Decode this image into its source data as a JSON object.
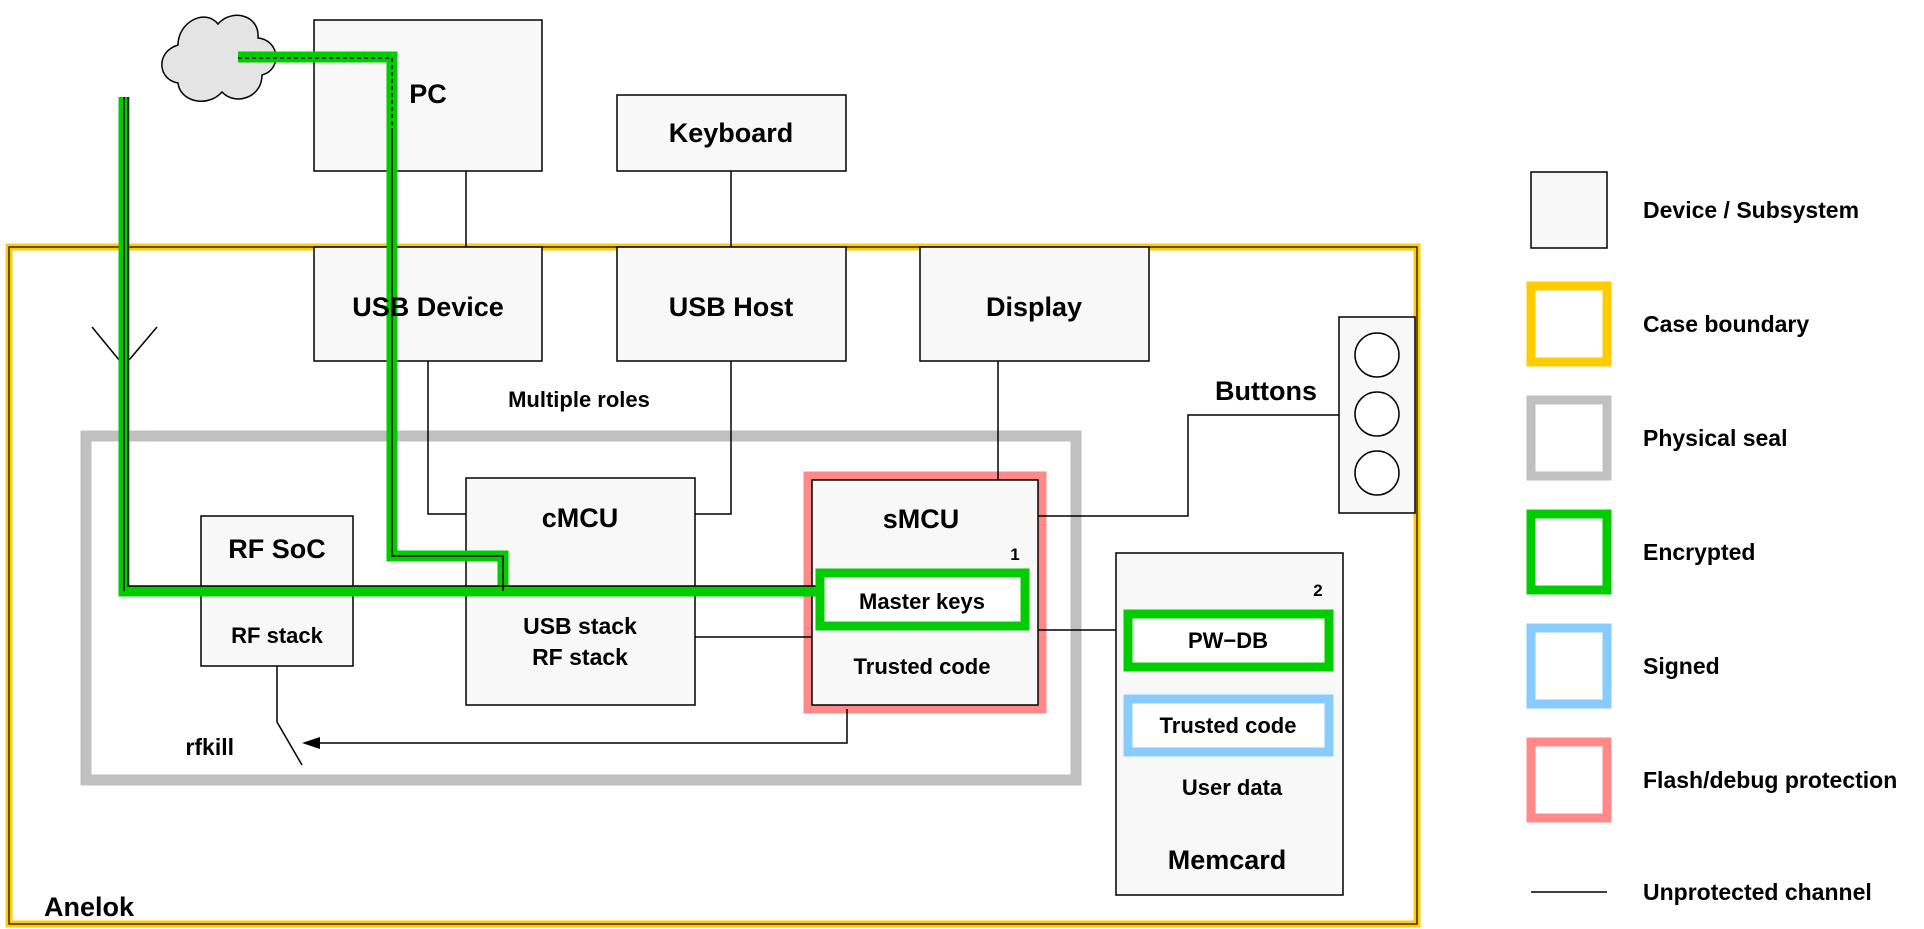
{
  "components": {
    "pc": "PC",
    "keyboard": "Keyboard",
    "usb_device": "USB Device",
    "usb_host": "USB Host",
    "display": "Display",
    "multiple_roles": "Multiple roles",
    "buttons": "Buttons",
    "rf_soc": "RF SoC",
    "rf_stack": "RF stack",
    "cmcu": "cMCU",
    "cmcu_stack_1": "USB stack",
    "cmcu_stack_2": "RF stack",
    "smcu": "sMCU",
    "smcu_note": "1",
    "master_keys": "Master keys",
    "smcu_trusted_code": "Trusted code",
    "memcard_note": "2",
    "pw_db": "PW−DB",
    "memcard_trusted_code": "Trusted code",
    "user_data": "User data",
    "memcard": "Memcard",
    "rfkill": "rfkill",
    "anelok": "Anelok"
  },
  "legend": {
    "device": "Device / Subsystem",
    "case": "Case boundary",
    "seal": "Physical seal",
    "encrypted": "Encrypted",
    "signed": "Signed",
    "flash": "Flash/debug protection",
    "unprotected": "Unprotected channel"
  },
  "colors": {
    "case_boundary": "#ffcc00",
    "physical_seal": "#c0c0c0",
    "encrypted": "#00cc00",
    "signed": "#88ccff",
    "flash_debug_protection": "#ff8888",
    "box_fill": "#f8f8f8",
    "cloud_fill": "#e4e4e4"
  }
}
